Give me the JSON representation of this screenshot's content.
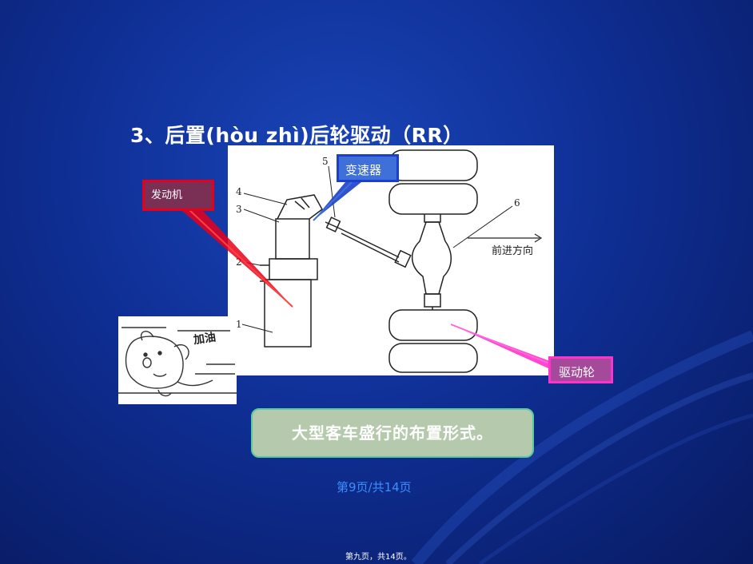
{
  "title": "3、后置(hòu zhì)后轮驱动（RR）",
  "diagram": {
    "part_numbers": [
      "1",
      "2",
      "3",
      "4",
      "5",
      "6"
    ],
    "direction_label": "前进方向"
  },
  "callouts": {
    "engine": "发动机",
    "gearbox": "变速器",
    "drive_wheel": "驱动轮"
  },
  "cartoon_text": "加油",
  "note": "大型客车盛行的布置形式。",
  "page_number": "第9页/共14页",
  "footer": "第九页，共14页。",
  "colors": {
    "background": "#0f2f95",
    "engine_box": "#7a2f55",
    "gearbox_box": "#3f6fd8",
    "wheel_box": "#a54a9a",
    "note_box": "#b5c9ac",
    "page_number": "#3a8fff"
  }
}
